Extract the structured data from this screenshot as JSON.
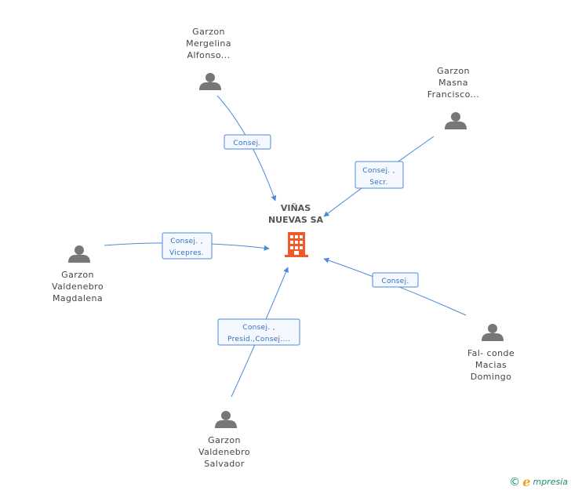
{
  "company": {
    "name_lines": [
      "VIÑAS",
      "NUEVAS SA"
    ],
    "icon": "building-icon",
    "color": "#f05a28"
  },
  "people": [
    {
      "id": "p1",
      "name_lines": [
        "Garzon",
        "Mergelina",
        "Alfonso..."
      ],
      "roles": [
        "Consej."
      ],
      "icon": "person-icon"
    },
    {
      "id": "p2",
      "name_lines": [
        "Garzon",
        "Masna",
        "Francisco..."
      ],
      "roles": [
        "Consej. ,",
        "Secr."
      ],
      "icon": "person-icon"
    },
    {
      "id": "p3",
      "name_lines": [
        "Garzon",
        "Valdenebro",
        "Magdalena"
      ],
      "roles": [
        "Consej. ,",
        "Vicepres."
      ],
      "icon": "person-icon"
    },
    {
      "id": "p4",
      "name_lines": [
        "Fal- conde",
        "Macias",
        "Domingo"
      ],
      "roles": [
        "Consej."
      ],
      "icon": "person-icon"
    },
    {
      "id": "p5",
      "name_lines": [
        "Garzon",
        "Valdenebro",
        "Salvador"
      ],
      "roles": [
        "Consej. ,",
        "Presid.,Consej...."
      ],
      "icon": "person-icon"
    }
  ],
  "colors": {
    "edge": "#4a8ad8",
    "person": "#777777",
    "company": "#f05a28"
  },
  "brand": {
    "copyright": "©",
    "logo_letter": "e",
    "text": "mpresia"
  }
}
